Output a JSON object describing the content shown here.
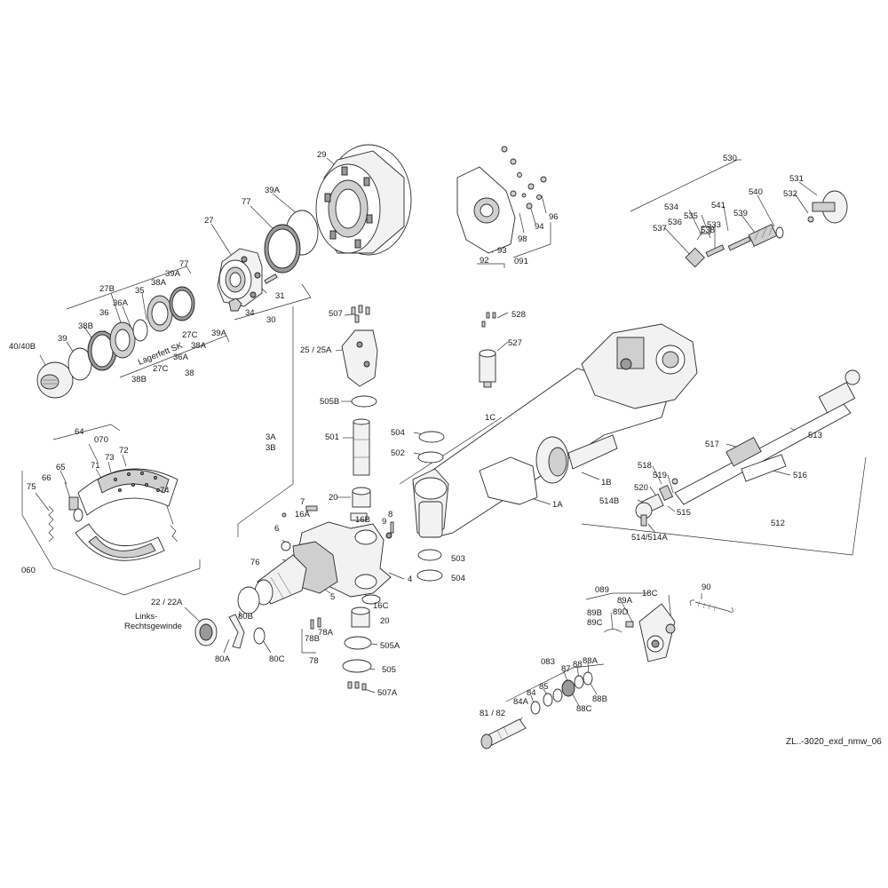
{
  "labels": {
    "l29": "29",
    "l77a": "77",
    "l39Aa": "39A",
    "l27": "27",
    "l31": "31",
    "l34": "34",
    "l30": "30",
    "l77b": "77",
    "l39Ab": "39A",
    "l27B": "27B",
    "l38Aa": "38A",
    "l35": "35",
    "l36Aa": "36A",
    "l36": "36",
    "l38Ba": "38B",
    "l39": "39",
    "l4040B": "40/40B",
    "lLager": "Lagerfett SK",
    "l27Ca": "27C",
    "l39Ac": "39A",
    "l38Ab": "38A",
    "l27Cb": "27C",
    "l36Ab": "36A",
    "l38Bb": "38B",
    "l38": "38",
    "l507": "507",
    "l25": "25 / 25A",
    "l505B": "505B",
    "l501": "501",
    "l3A": "3A",
    "l3B": "3B",
    "l20a": "20",
    "l16B": "16B",
    "l7": "7",
    "l16A": "16A",
    "l8": "8",
    "l9": "9",
    "l6": "6",
    "l76": "76",
    "l5": "5",
    "l4": "4",
    "l16C": "16C",
    "l80B": "80B",
    "l78A": "78A",
    "l78B": "78B",
    "l20b": "20",
    "l505A": "505A",
    "l78": "78",
    "l505": "505",
    "l507A": "507A",
    "l80A": "80A",
    "l80C": "80C",
    "l22": "22 / 22A",
    "lLinks1": "Links-",
    "lLinks2": "Rechtsgewinde",
    "l504a": "504",
    "l502": "502",
    "l503": "503",
    "l504b": "504",
    "l92": "92",
    "l93": "93",
    "l98": "98",
    "l94": "94",
    "l96": "96",
    "l091": "091",
    "l528": "528",
    "l527": "527",
    "l1C": "1C",
    "l1B": "1B",
    "l1A": "1A",
    "l530": "530",
    "l531": "531",
    "l532": "532",
    "l540": "540",
    "l541": "541",
    "l539": "539",
    "l534": "534",
    "l535": "535",
    "l536": "536",
    "l537": "537",
    "l538": "538",
    "l533": "533",
    "l513": "513",
    "l517": "517",
    "l516": "516",
    "l518": "518",
    "l519": "519",
    "l520": "520",
    "l514B": "514B",
    "l515": "515",
    "l5145": "514/514A",
    "l512": "512",
    "l64": "64",
    "l070": "070",
    "l73": "73",
    "l72": "72",
    "l71": "71",
    "l65": "65",
    "l66": "66",
    "l75": "75",
    "l74": "74",
    "l060": "060",
    "l089": "089",
    "l89B": "89B",
    "l89C": "89C",
    "l89A": "89A",
    "l89D": "89D",
    "l18C": "18C",
    "l90": "90",
    "l083": "083",
    "l87": "87",
    "l88": "88",
    "l88A": "88A",
    "l85": "85",
    "l84": "84",
    "l84A": "84A",
    "l88C": "88C",
    "l88B": "88B",
    "l8182": "81 / 82"
  },
  "drawing_code": "ZL..-3020_exd_nmw_06",
  "icons": [
    "exploded-axle-assembly-drawing"
  ],
  "colors": {
    "line": "#2b2b2b",
    "fill_light": "#f2f2f2",
    "fill_dark": "#9a9a9a",
    "background": "#ffffff"
  }
}
